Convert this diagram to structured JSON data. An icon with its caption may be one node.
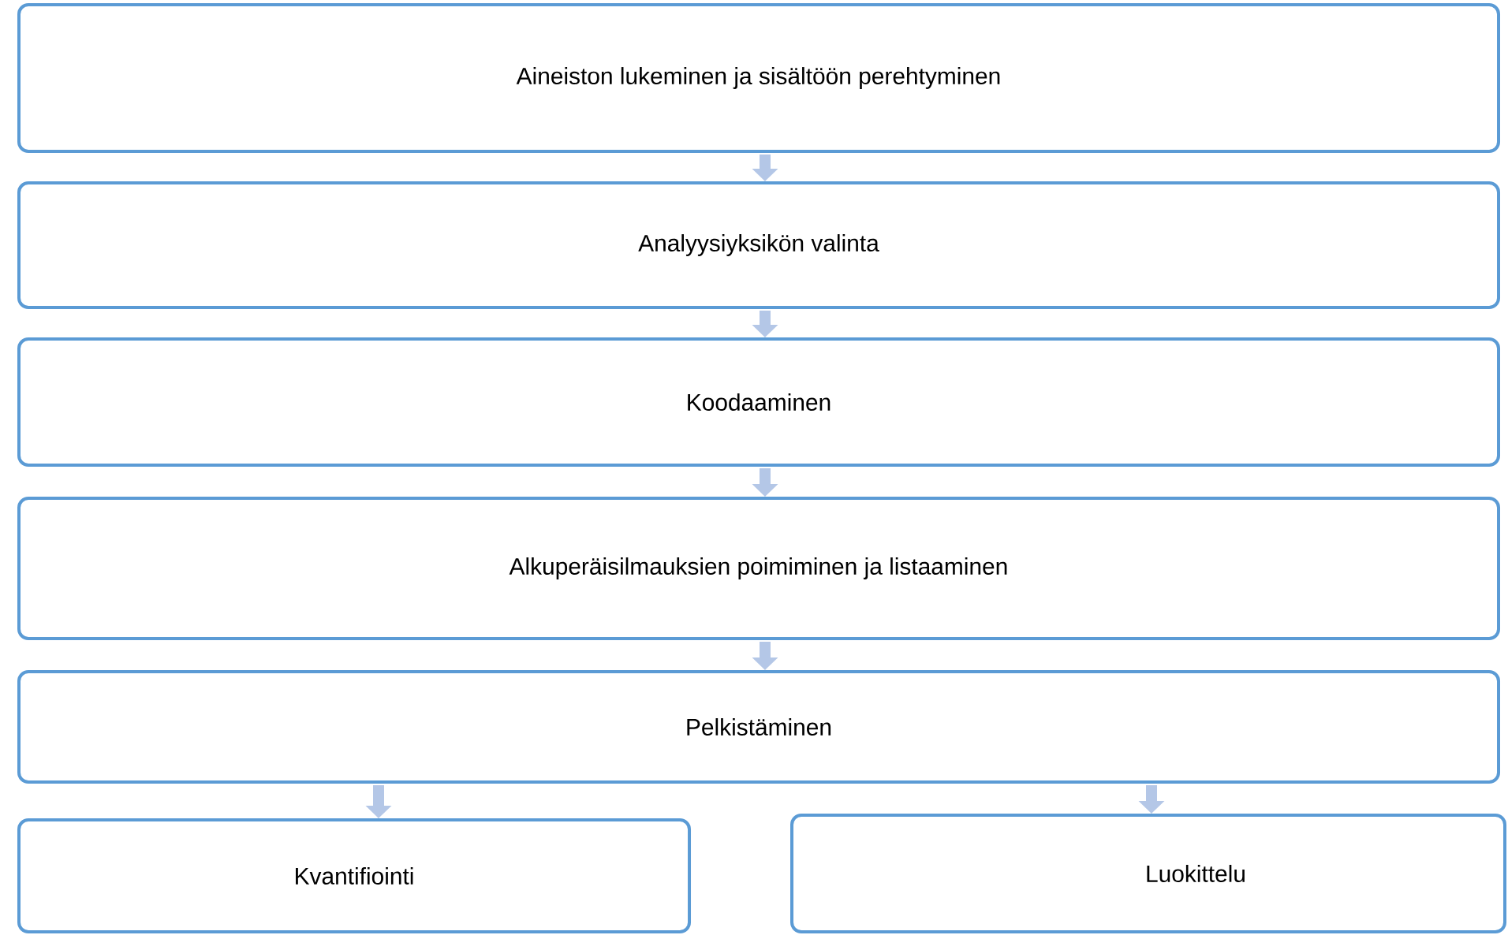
{
  "diagram": {
    "nodes": [
      {
        "text": [
          "Aineiston lukeminen ja sisältöön perehtyminen"
        ]
      },
      {
        "text": [
          "Analyysiyksikön valinta"
        ]
      },
      {
        "text": [
          "Koodaaminen"
        ]
      },
      {
        "text": [
          "Alkuperäisilmauksien poimiminen ja listaaminen"
        ]
      },
      {
        "text": [
          "Pelkistäminen"
        ]
      },
      {
        "text": [
          "Kvantifiointi"
        ]
      },
      {
        "text": [
          "Luokittelu"
        ]
      }
    ],
    "edges": [
      {
        "from": 0,
        "to": 1,
        "arrow": "to"
      },
      {
        "from": 1,
        "to": 2,
        "arrow": "to"
      },
      {
        "from": 2,
        "to": 3,
        "arrow": "to"
      },
      {
        "from": 3,
        "to": 4,
        "arrow": "to"
      },
      {
        "from": 4,
        "to": 5,
        "arrow": "to"
      },
      {
        "from": 4,
        "to": 6,
        "arrow": "to"
      }
    ]
  }
}
